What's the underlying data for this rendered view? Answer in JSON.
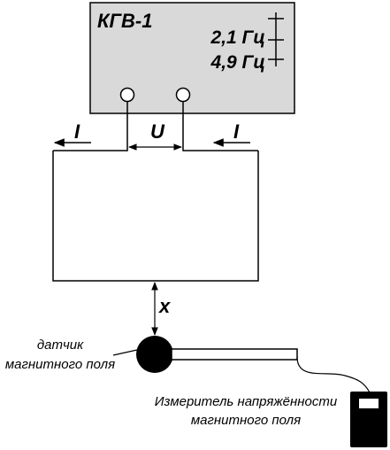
{
  "device": {
    "name": "КГВ-1",
    "freq_1": "2,1 Гц",
    "freq_2": "4,9 Гц"
  },
  "labels": {
    "current_left": "I",
    "voltage": "U",
    "current_right": "I",
    "distance": "x"
  },
  "sensor": {
    "label_line_1": "датчик",
    "label_line_2": "магнитного поля"
  },
  "meter": {
    "label_line_1": "Измеритель напряжённости",
    "label_line_2": "магнитного поля"
  },
  "colors": {
    "device_fill": "#d9d9d9",
    "meter_body": "#000000",
    "meter_screen": "#ffffff"
  }
}
